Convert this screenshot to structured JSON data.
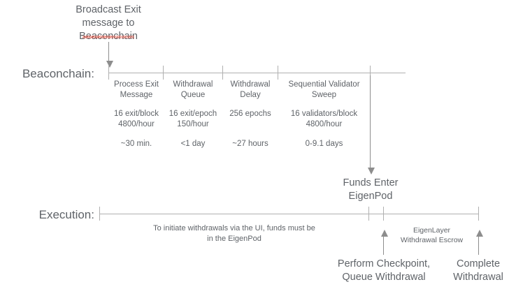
{
  "diagram": {
    "title_note": "Broadcast Exit\nmessage to\nBeaconchain",
    "rows": [
      {
        "label": "Beaconchain:"
      },
      {
        "label": "Execution:"
      }
    ],
    "beaconchain_phases": [
      {
        "name": "Process Exit\nMessage",
        "rate": "16 exit/block\n4800/hour",
        "duration": "~30 min."
      },
      {
        "name": "Withdrawal\nQueue",
        "rate": "16 exit/epoch\n150/hour",
        "duration": "<1 day"
      },
      {
        "name": "Withdrawal\nDelay",
        "rate": "256 epochs",
        "duration": "~27 hours"
      },
      {
        "name": "Sequential Validator\nSweep",
        "rate": "16 validators/block\n4800/hour",
        "duration": "0-9.1 days"
      }
    ],
    "funds_enter_label": "Funds Enter\nEigenPod",
    "execution_note": "To initiate withdrawals via the UI, funds must be\nin the EigenPod",
    "escrow_label": "EigenLayer\nWithdrawal Escrow",
    "checkpoint_label": "Perform Checkpoint,\nQueue Withdrawal",
    "complete_label": "Complete\nWithdrawal"
  },
  "colors": {
    "text": "#5f6368",
    "line": "#b0b0b0",
    "arrow": "#8d8d8d",
    "spellcheck": "#e8594a",
    "background": "#ffffff"
  }
}
